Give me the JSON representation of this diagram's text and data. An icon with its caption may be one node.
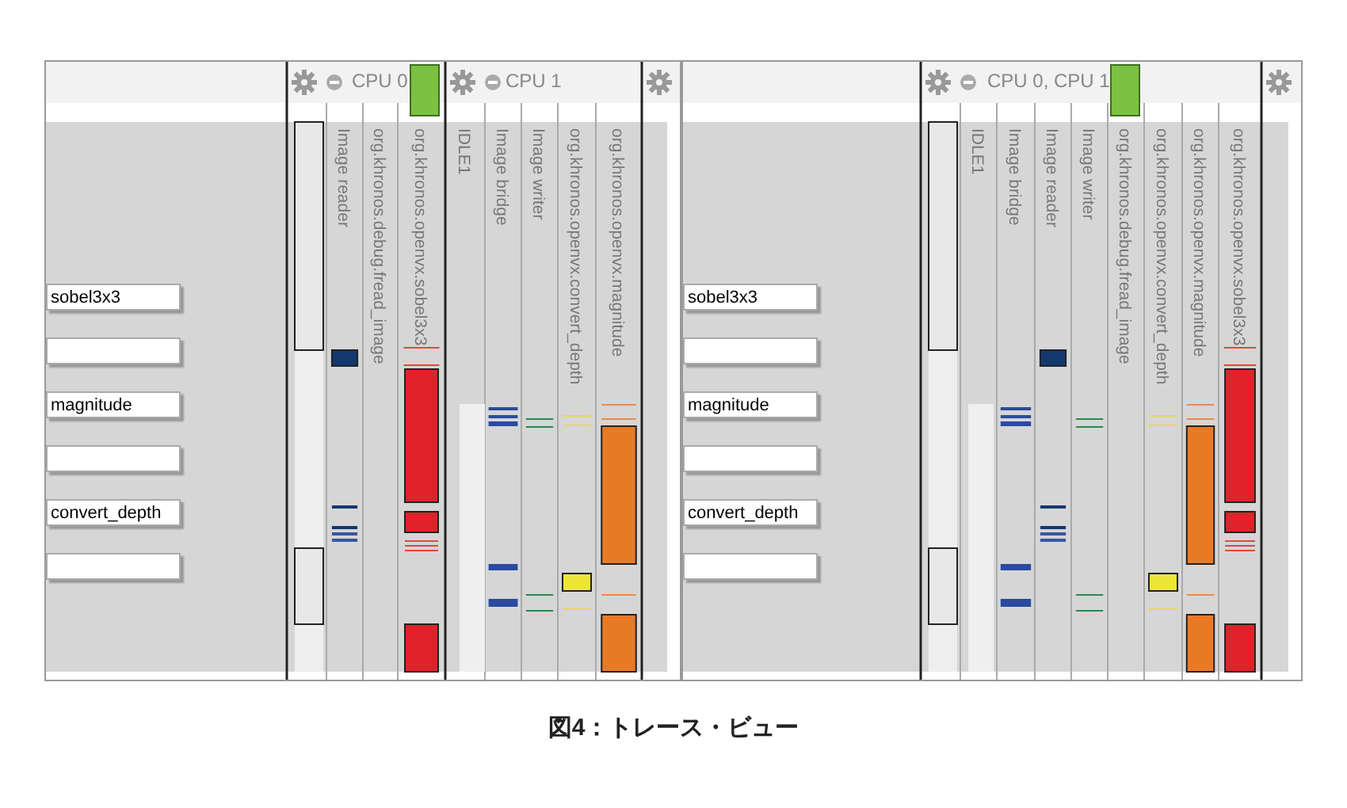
{
  "diagram": {
    "caption": "図4：トレース・ビュー",
    "nodes": [
      {
        "text": [
          "sobel3x3"
        ]
      },
      {
        "text": [],
        "shape": "box"
      },
      {
        "text": [
          "magnitude"
        ]
      },
      {
        "text": [],
        "shape": "box"
      },
      {
        "text": [
          "convert_depth"
        ]
      },
      {
        "text": [],
        "shape": "box"
      },
      {
        "text": [
          "sobel3x3"
        ]
      },
      {
        "text": [],
        "shape": "box"
      },
      {
        "text": [
          "magnitude"
        ]
      },
      {
        "text": [],
        "shape": "box"
      },
      {
        "text": [
          "convert_depth"
        ]
      },
      {
        "text": [],
        "shape": "box"
      }
    ],
    "labels": [
      "CPU 0",
      "CPU 1",
      "Image reader",
      "org.khronos.debug.fread_image",
      "org.khronos.openvx.sobel3x3",
      "IDLE1",
      "Image bridge",
      "Image writer",
      "org.khronos.openvx.convert_depth",
      "org.khronos.openvx.magnitude",
      "CPU 0, CPU 1",
      "IDLE1",
      "Image bridge",
      "Image reader",
      "Image writer",
      "org.khronos.debug.fread_image",
      "org.khronos.openvx.convert_depth",
      "org.khronos.openvx.magnitude",
      "org.khronos.openvx.sobel3x3"
    ]
  }
}
